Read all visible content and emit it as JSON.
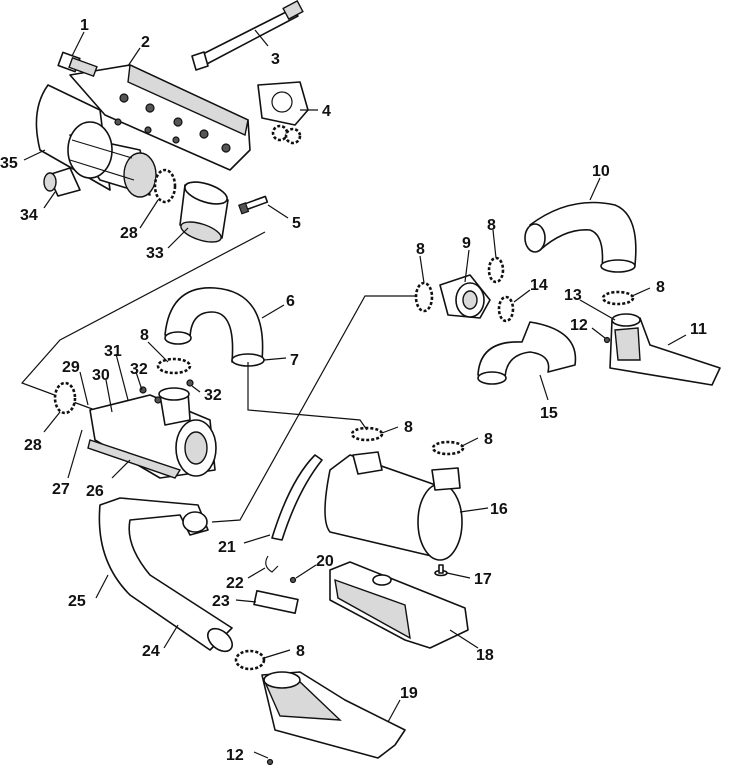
{
  "callouts": {
    "c1": "1",
    "c2": "2",
    "c3": "3",
    "c4": "4",
    "c5": "5",
    "c6": "6",
    "c7": "7",
    "c8a": "8",
    "c8b": "8",
    "c8c": "8",
    "c8d": "8",
    "c8e": "8",
    "c8f": "8",
    "c8g": "8",
    "c9": "9",
    "c10": "10",
    "c11": "11",
    "c12a": "12",
    "c12b": "12",
    "c13": "13",
    "c14": "14",
    "c15": "15",
    "c16": "16",
    "c17": "17",
    "c18": "18",
    "c19": "19",
    "c20": "20",
    "c21": "21",
    "c22": "22",
    "c23": "23",
    "c24": "24",
    "c25": "25",
    "c26": "26",
    "c27": "27",
    "c28a": "28",
    "c28b": "28",
    "c29": "29",
    "c30": "30",
    "c31": "31",
    "c32a": "32",
    "c32b": "32",
    "c33": "33",
    "c34": "34",
    "c35": "35"
  }
}
